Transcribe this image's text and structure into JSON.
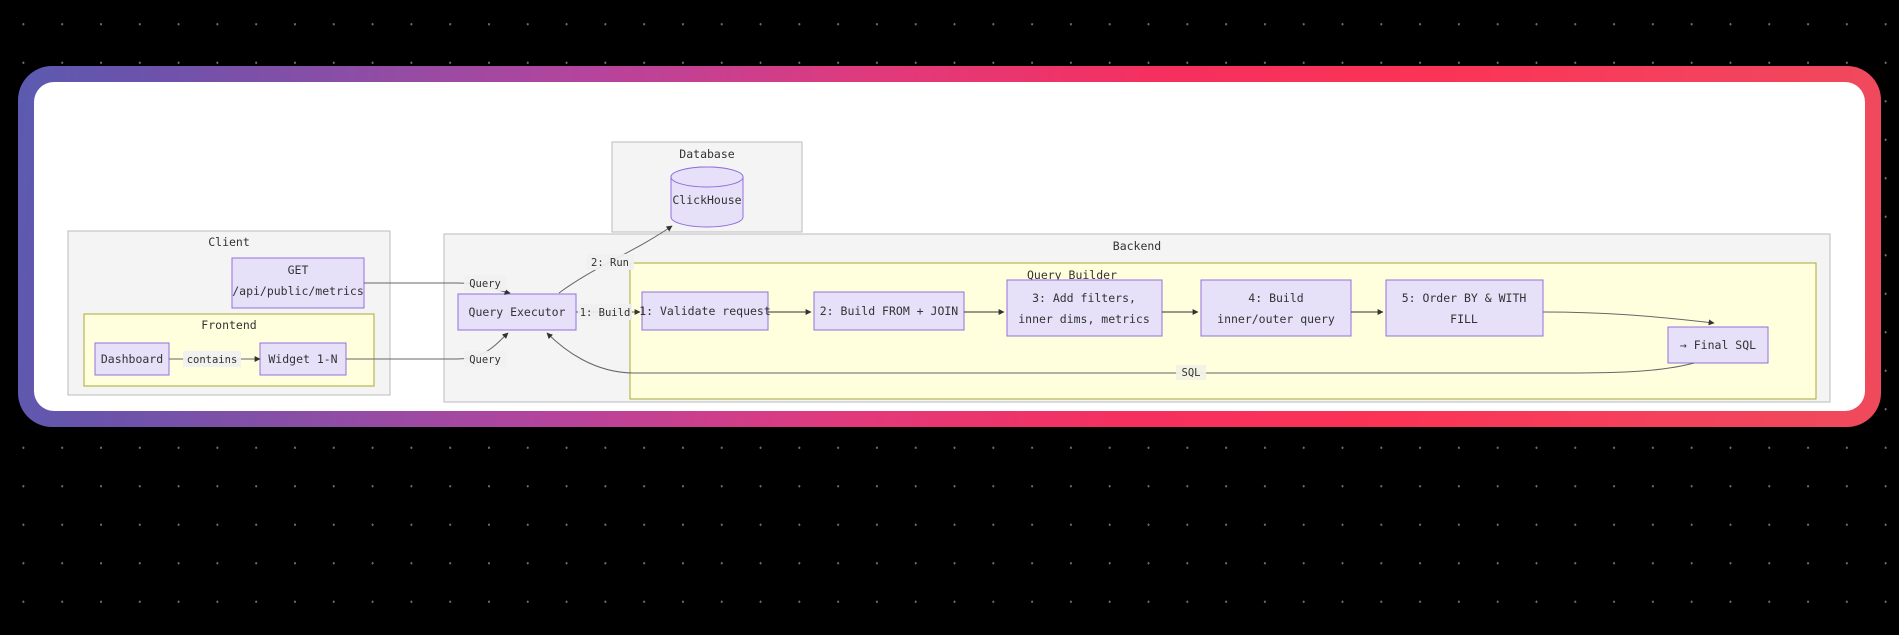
{
  "frame": {
    "gradient_start": "#5b5bb0",
    "gradient_mid": "#b5449d",
    "gradient_end": "#f5305f",
    "background": "#000000",
    "dot_color": "#6b6b6b",
    "canvas_color": "#ffffff"
  },
  "theme": {
    "node_fill": "#e6e0f8",
    "node_stroke": "#9370db",
    "cluster_gray_fill": "#f4f4f4",
    "cluster_gray_stroke": "#bbbbbb",
    "cluster_yellow_fill": "#ffffde",
    "cluster_yellow_stroke": "#aaaa33",
    "edge_color": "#666666",
    "text_color": "#333333"
  },
  "diagram": {
    "type": "sequence-flow-diagram",
    "clusters": [
      {
        "id": "client",
        "label": "Client",
        "style": "gray"
      },
      {
        "id": "frontend",
        "label": "Frontend",
        "style": "yellow"
      },
      {
        "id": "database",
        "label": "Database",
        "style": "gray"
      },
      {
        "id": "backend",
        "label": "Backend",
        "style": "gray"
      },
      {
        "id": "builder",
        "label": "Query Builder",
        "style": "yellow"
      }
    ],
    "nodes": [
      {
        "id": "api",
        "cluster": "client",
        "shape": "rect",
        "lines": [
          "GET",
          "/api/public/metrics"
        ]
      },
      {
        "id": "dashboard",
        "cluster": "frontend",
        "shape": "rect",
        "lines": [
          "Dashboard"
        ]
      },
      {
        "id": "widget",
        "cluster": "frontend",
        "shape": "rect",
        "lines": [
          "Widget 1-N"
        ]
      },
      {
        "id": "clickhouse",
        "cluster": "database",
        "shape": "cylinder",
        "lines": [
          "ClickHouse"
        ]
      },
      {
        "id": "executor",
        "cluster": "backend",
        "shape": "rect",
        "lines": [
          "Query Executor"
        ]
      },
      {
        "id": "step1",
        "cluster": "builder",
        "shape": "rect",
        "lines": [
          "1: Validate request"
        ]
      },
      {
        "id": "step2",
        "cluster": "builder",
        "shape": "rect",
        "lines": [
          "2: Build FROM + JOIN"
        ]
      },
      {
        "id": "step3",
        "cluster": "builder",
        "shape": "rect",
        "lines": [
          "3: Add filters,",
          "inner dims, metrics"
        ]
      },
      {
        "id": "step4",
        "cluster": "builder",
        "shape": "rect",
        "lines": [
          "4: Build",
          "inner/outer query"
        ]
      },
      {
        "id": "step5",
        "cluster": "builder",
        "shape": "rect",
        "lines": [
          "5: Order BY & WITH",
          "FILL"
        ]
      },
      {
        "id": "finalsql",
        "cluster": "builder",
        "shape": "rect",
        "lines": [
          "→ Final SQL"
        ]
      }
    ],
    "edges": [
      {
        "from": "api",
        "to": "executor",
        "label": "Query"
      },
      {
        "from": "widget",
        "to": "executor",
        "label": "Query"
      },
      {
        "from": "dashboard",
        "to": "widget",
        "label": "contains"
      },
      {
        "from": "executor",
        "to": "clickhouse",
        "label": "2: Run"
      },
      {
        "from": "executor",
        "to": "step1",
        "label": "1: Build"
      },
      {
        "from": "step1",
        "to": "step2",
        "label": ""
      },
      {
        "from": "step2",
        "to": "step3",
        "label": ""
      },
      {
        "from": "step3",
        "to": "step4",
        "label": ""
      },
      {
        "from": "step4",
        "to": "step5",
        "label": ""
      },
      {
        "from": "step5",
        "to": "finalsql",
        "label": ""
      },
      {
        "from": "finalsql",
        "to": "executor",
        "label": "SQL"
      }
    ]
  }
}
